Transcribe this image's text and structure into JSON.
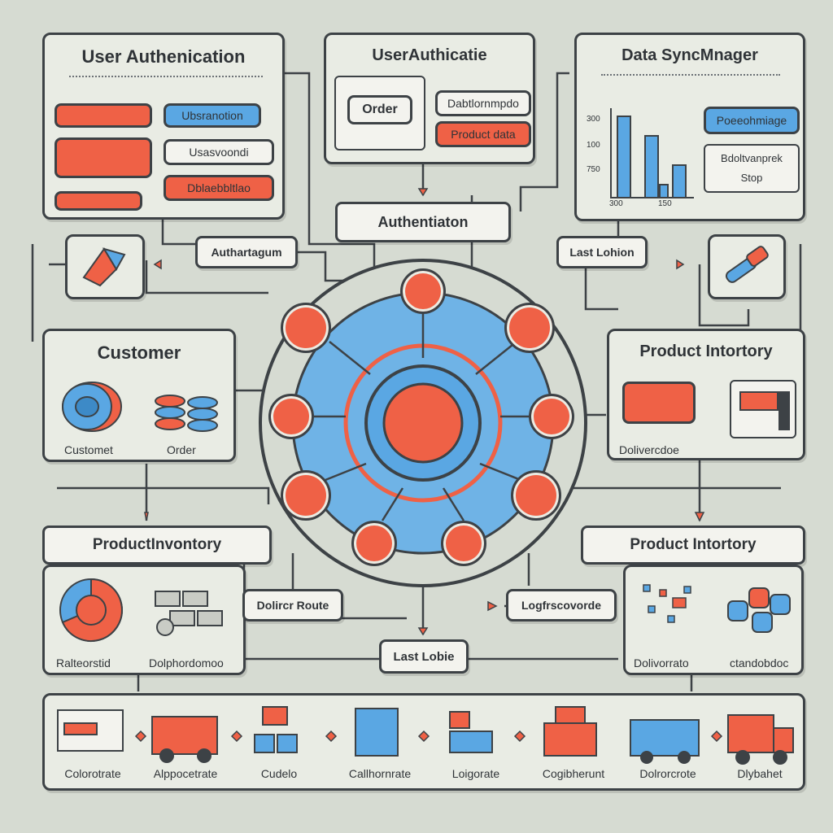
{
  "panels": {
    "user_auth": {
      "title": "User Authenication",
      "pills": [
        "Ubsranotion",
        "Usasvoondi",
        "Dblaebbltlao"
      ]
    },
    "user_auth_center": {
      "title": "UserAuthicatie",
      "order": "Order",
      "pills": [
        "Dabtlornmpdo",
        "Product data"
      ]
    },
    "data_sync": {
      "title": "Data SyncMnager",
      "pills": [
        "Poeeohmiage",
        "Bdoltvanprek",
        "Stop"
      ],
      "chart_labels": [
        "300",
        "100",
        "750",
        "300",
        "150"
      ]
    },
    "customer": {
      "title": "Customer",
      "captions": [
        "Customet",
        "Order"
      ]
    },
    "product_inventory_right": {
      "title": "Product Intortory",
      "caption": "Dolivercdoe"
    },
    "product_inventory_left": {
      "title": "ProductInvontory",
      "captions": [
        "Ralteorstid",
        "Dolphordomoo"
      ]
    },
    "product_inventory_lower_right": {
      "title": "Product Intortory",
      "captions": [
        "Dolivorrato",
        "ctandobdoc"
      ]
    }
  },
  "labels": {
    "authentication": "Authentiaton",
    "autharterum": "Authartagum",
    "last_lohion": "Last Lohion",
    "deliver_route": "Dolircr Route",
    "logpressuerde": "Logfrscovorde",
    "last_lobie": "Last Lobie"
  },
  "bottom_strip": [
    "Colorotrate",
    "Alppocetrate",
    "Cudelo",
    "Callhornrate",
    "Loigorate",
    "Cogibherunt",
    "Dolrorcrote",
    "Dlybahet"
  ],
  "colors": {
    "red": "#ef6146",
    "blue": "#5aa7e3",
    "dark": "#3d4246",
    "background": "#d6dbd2"
  }
}
